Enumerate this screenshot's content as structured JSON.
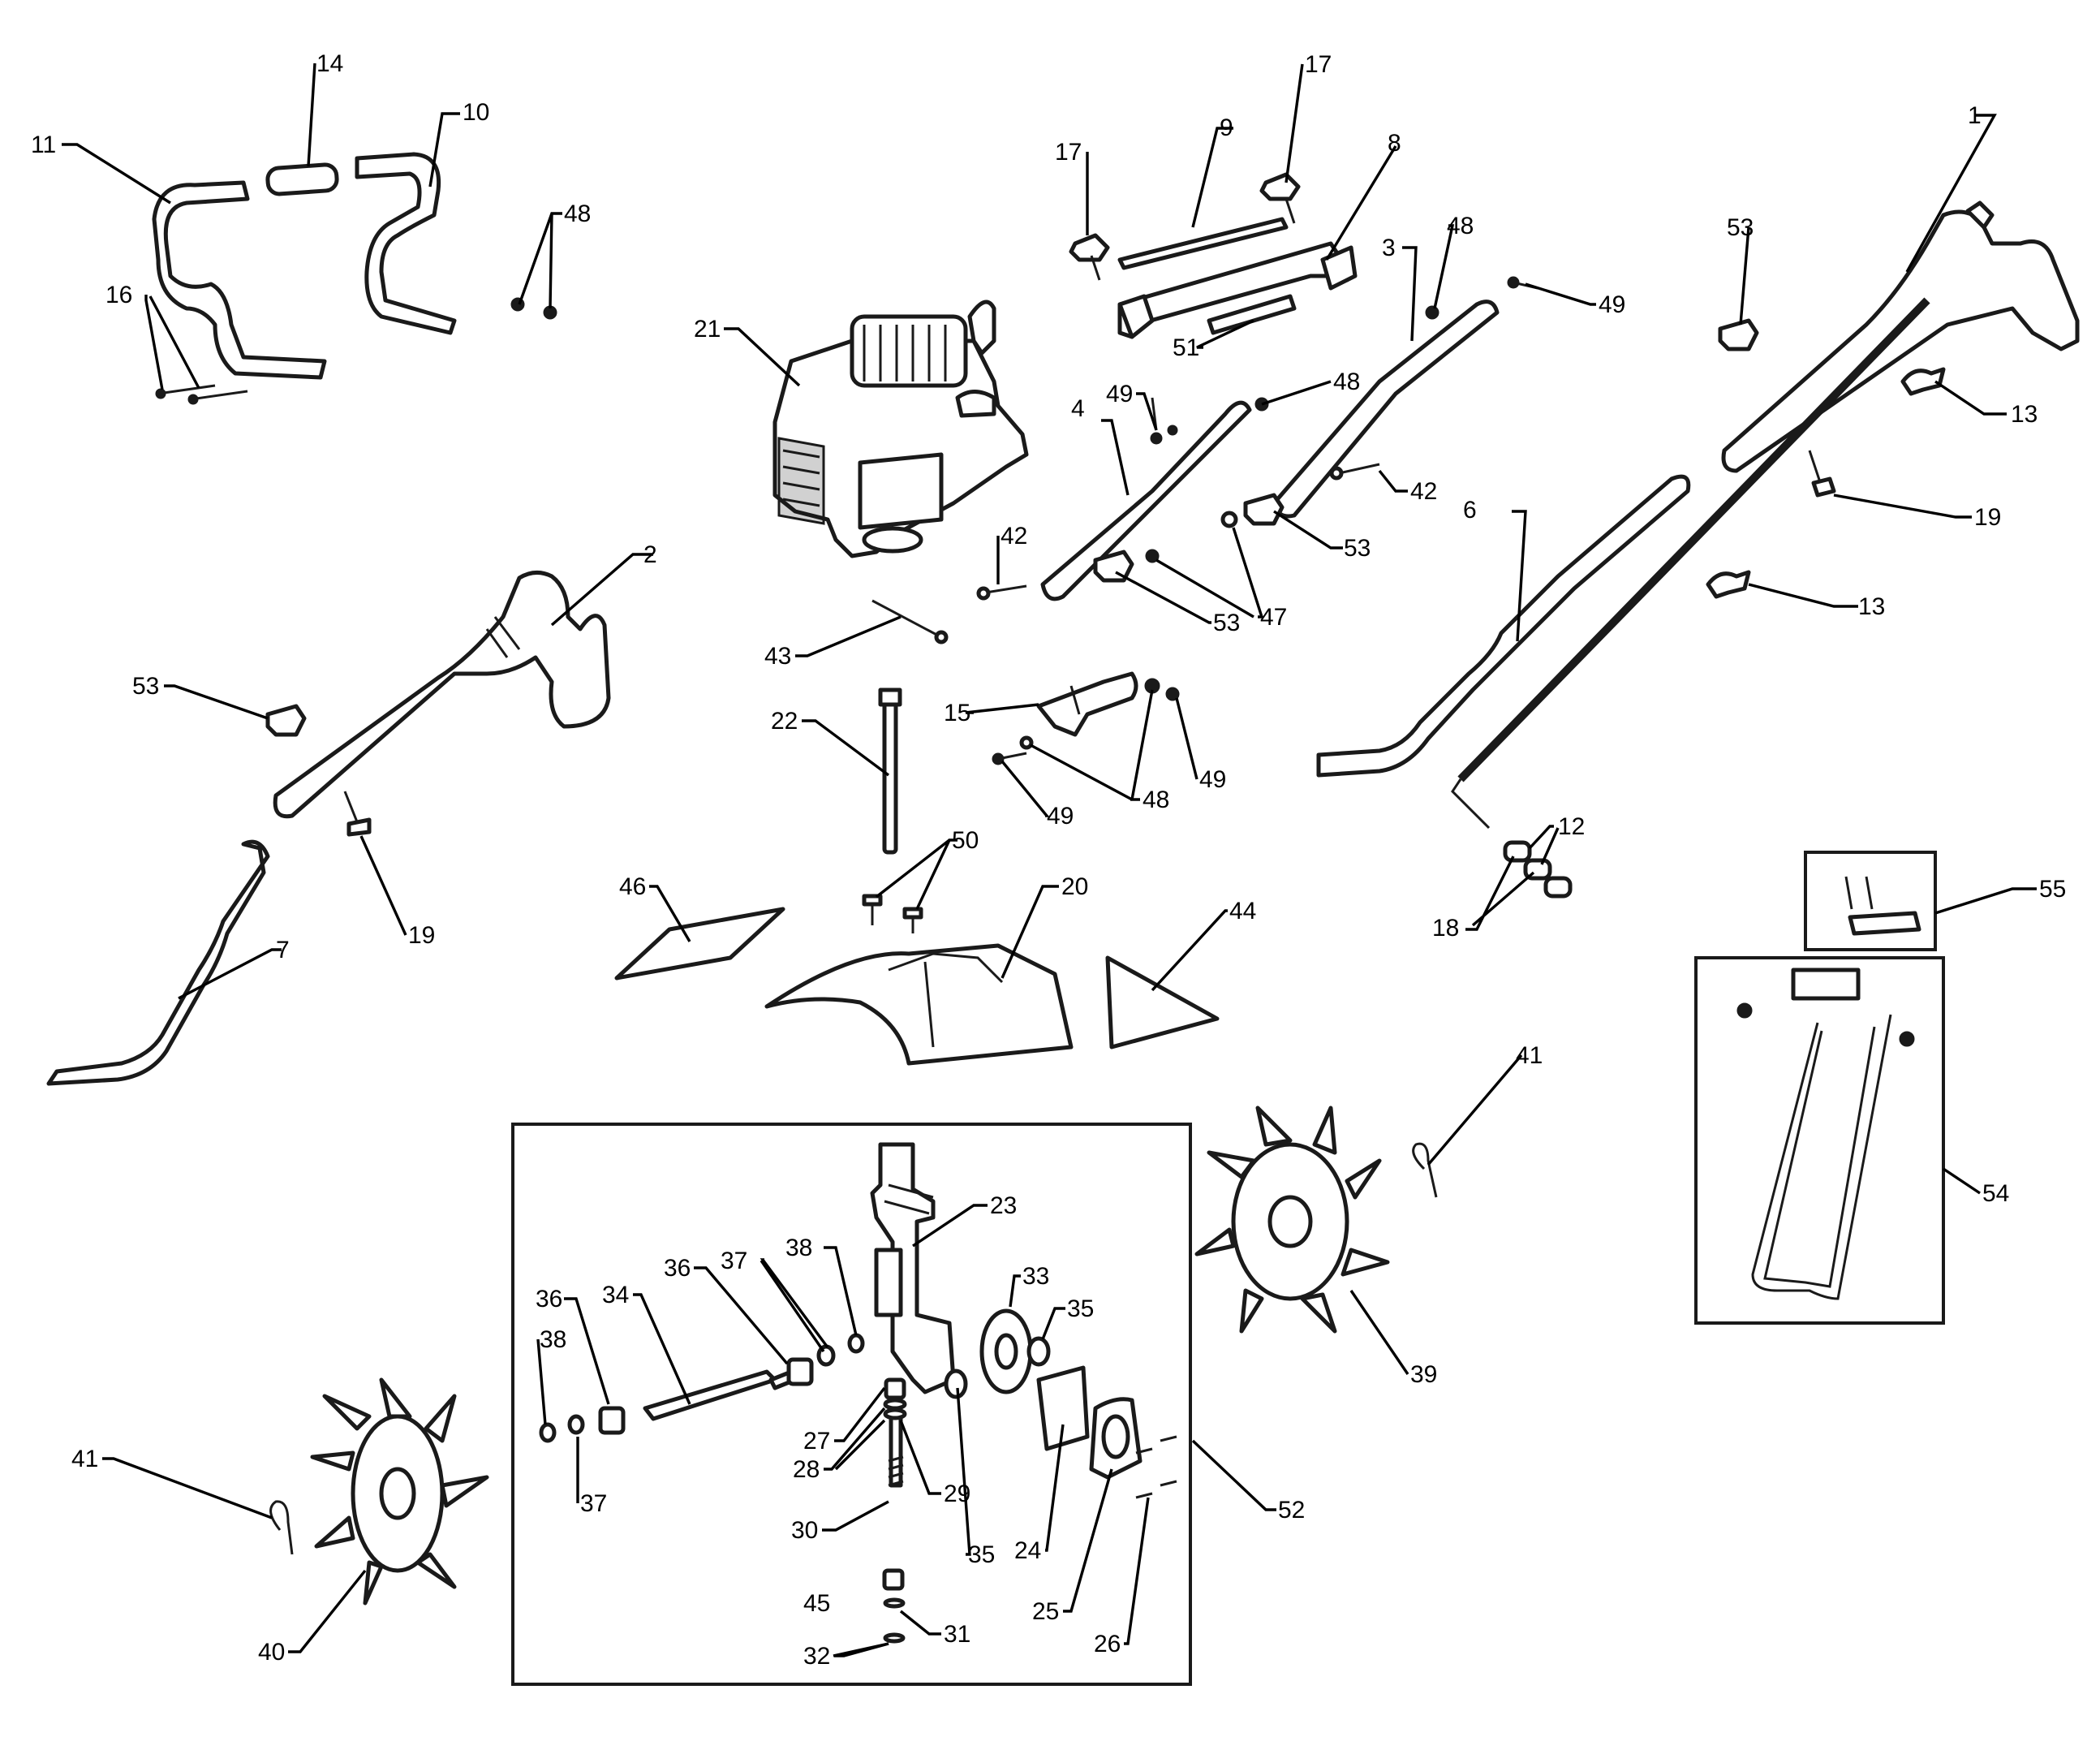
{
  "labels": {
    "l1": "1",
    "l2": "2",
    "l3": "3",
    "l4": "4",
    "l6": "6",
    "l7": "7",
    "l8": "8",
    "l9": "9",
    "l10": "10",
    "l11": "11",
    "l12": "12",
    "l13a": "13",
    "l13b": "13",
    "l14": "14",
    "l15": "15",
    "l16": "16",
    "l17a": "17",
    "l17b": "17",
    "l18": "18",
    "l19a": "19",
    "l19b": "19",
    "l20": "20",
    "l21": "21",
    "l22": "22",
    "l23": "23",
    "l24": "24",
    "l25": "25",
    "l26": "26",
    "l27": "27",
    "l28": "28",
    "l29": "29",
    "l30": "30",
    "l31": "31",
    "l32": "32",
    "l33": "33",
    "l34": "34",
    "l35a": "35",
    "l35b": "35",
    "l36a": "36",
    "l36b": "36",
    "l37a": "37",
    "l37b": "37",
    "l38a": "38",
    "l38b": "38",
    "l39": "39",
    "l40": "40",
    "l41a": "41",
    "l41b": "41",
    "l42a": "42",
    "l42b": "42",
    "l43": "43",
    "l44": "44",
    "l45": "45",
    "l46": "46",
    "l47": "47",
    "l48a": "48",
    "l48b": "48",
    "l48c": "48",
    "l48d": "48",
    "l49a": "49",
    "l49b": "49",
    "l49c": "49",
    "l49d": "49",
    "l50": "50",
    "l51": "51",
    "l52": "52",
    "l53a": "53",
    "l53b": "53",
    "l53c": "53",
    "l53d": "53",
    "l54": "54",
    "l55": "55"
  }
}
